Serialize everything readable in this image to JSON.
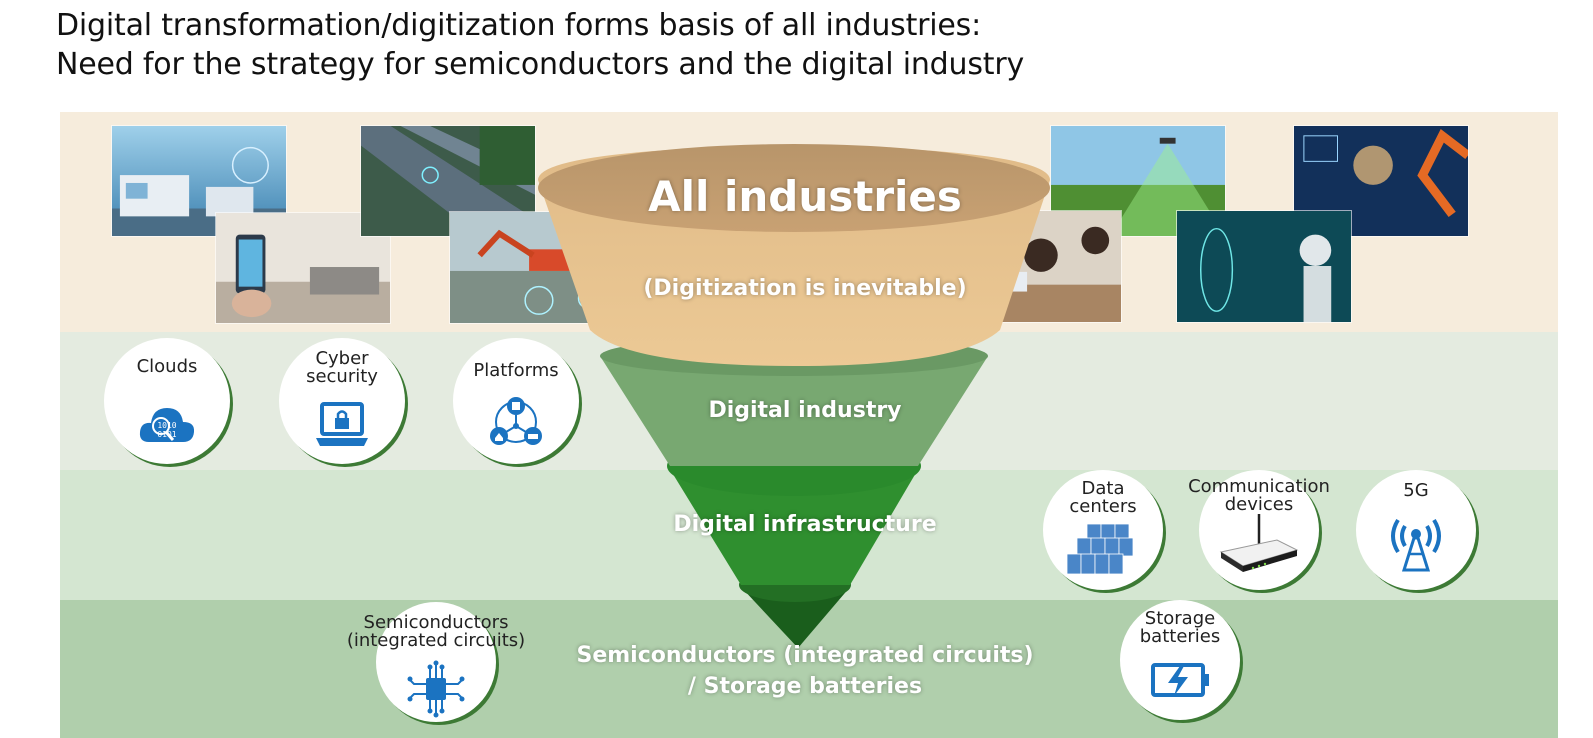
{
  "title": {
    "line1": "Digital transformation/digitization forms basis of all industries:",
    "line2": "Need for the strategy for semiconductors and the digital industry"
  },
  "funnel": {
    "all_industries": "All industries",
    "digitization": "(Digitization is inevitable)",
    "digital_industry": "Digital industry",
    "digital_infrastructure": "Digital infrastructure",
    "semiconductors_line1": "Semiconductors (integrated circuits)",
    "semiconductors_line2": "/ Storage batteries"
  },
  "circles": {
    "clouds": "Clouds",
    "cyber_1": "Cyber",
    "cyber_2": "security",
    "platforms": "Platforms",
    "data_1": "Data",
    "data_2": "centers",
    "comm_1": "Communication",
    "comm_2": "devices",
    "fiveg": "5G",
    "storage_1": "Storage",
    "storage_2": "batteries",
    "semi_1": "Semiconductors",
    "semi_2": "(integrated circuits)"
  },
  "icons": {
    "clouds": "cloud-data-icon",
    "cyber_security": "laptop-lock-icon",
    "platforms": "network-platform-icon",
    "data_centers": "server-rack-icon",
    "communication_devices": "router-icon",
    "fiveg": "antenna-tower-icon",
    "storage_batteries": "battery-charge-icon",
    "semiconductors": "chip-icon"
  },
  "photos": [
    "trucks-logistics",
    "smart-home-phone",
    "highway-traffic",
    "construction-excavator",
    "drone-farming",
    "children-tablets",
    "medical-vr",
    "robot-arm"
  ],
  "colors": {
    "band_top": "#f6ecdc",
    "band_mid": "#e4ebe0",
    "band_infra": "#d4e6d1",
    "band_bottom": "#b0cfac",
    "icon_blue": "#1b73c1",
    "ring_green": "#3d7a35"
  }
}
